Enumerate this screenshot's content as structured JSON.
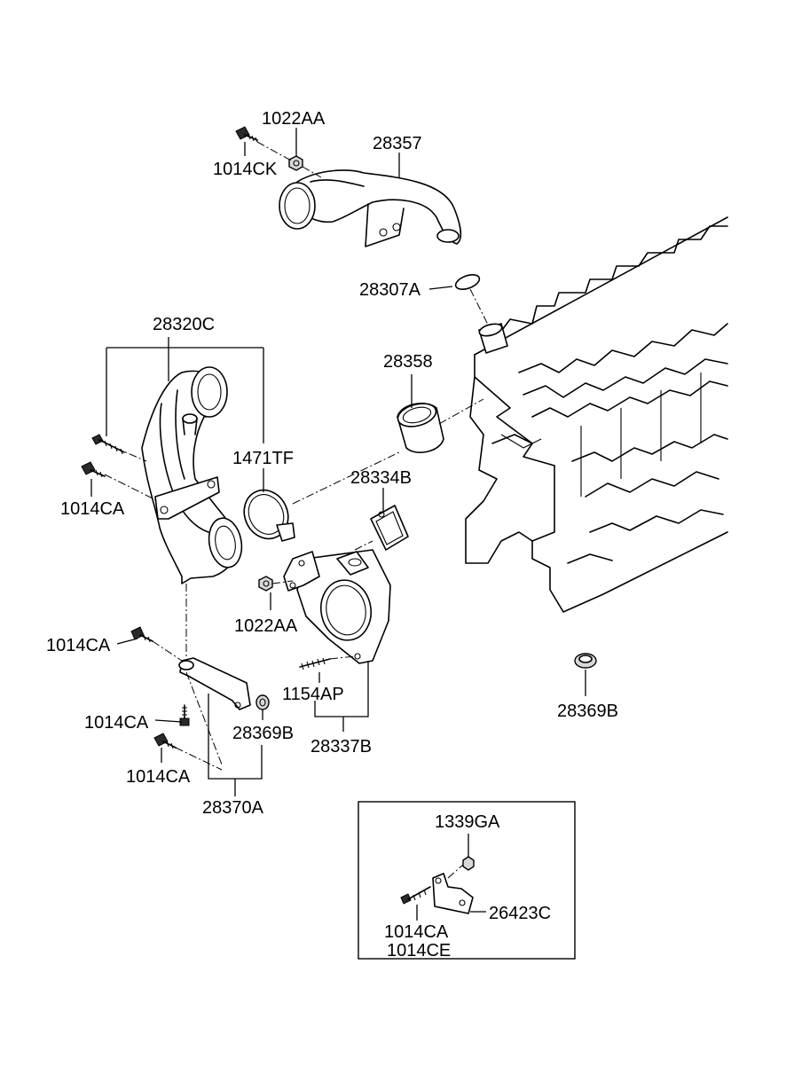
{
  "labels": {
    "l_1022AA_top": "1022AA",
    "l_1014CK": "1014CK",
    "l_28357": "28357",
    "l_28307A": "28307A",
    "l_28320C": "28320C",
    "l_28358": "28358",
    "l_1471TF": "1471TF",
    "l_28334B": "28334B",
    "l_1014CA_a": "1014CA",
    "l_1022AA_mid": "1022AA",
    "l_1014CA_b": "1014CA",
    "l_1154AP": "1154AP",
    "l_28369B_right": "28369B",
    "l_1014CA_c": "1014CA",
    "l_28369B_left": "28369B",
    "l_28337B": "28337B",
    "l_1014CA_d": "1014CA",
    "l_28370A": "28370A",
    "l_1339GA": "1339GA",
    "l_26423C": "26423C",
    "l_1014CA_e": "1014CA",
    "l_1014CE": "1014CE"
  }
}
